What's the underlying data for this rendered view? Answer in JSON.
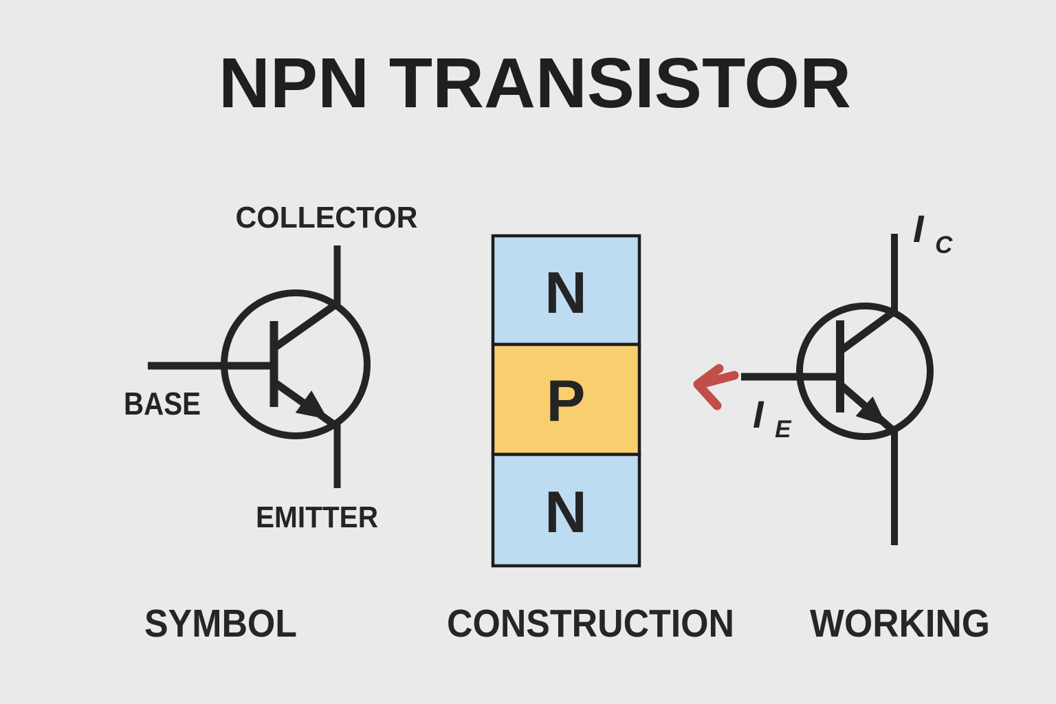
{
  "title": "NPN TRANSISTOR",
  "colors": {
    "background": "#EAEAEA",
    "ink": "#242424",
    "n_region_blue": "#BDDCF1",
    "p_region_yellow": "#F8CE6F",
    "current_red": "#C24E49"
  },
  "symbol_section": {
    "caption": "SYMBOL",
    "collector_label": "COLLECTOR",
    "base_label": "BASE",
    "emitter_label": "EMITTER"
  },
  "construction_section": {
    "caption": "CONSTRUCTION",
    "layers": [
      {
        "label": "N",
        "color": "#BDDCF1"
      },
      {
        "label": "P",
        "color": "#F8CE6F"
      },
      {
        "label": "N",
        "color": "#BDDCF1"
      }
    ]
  },
  "working_section": {
    "caption": "WORKING",
    "collector_current": {
      "symbol": "I",
      "subscript": "C"
    },
    "emitter_current": {
      "symbol": "I",
      "subscript": "E"
    }
  }
}
